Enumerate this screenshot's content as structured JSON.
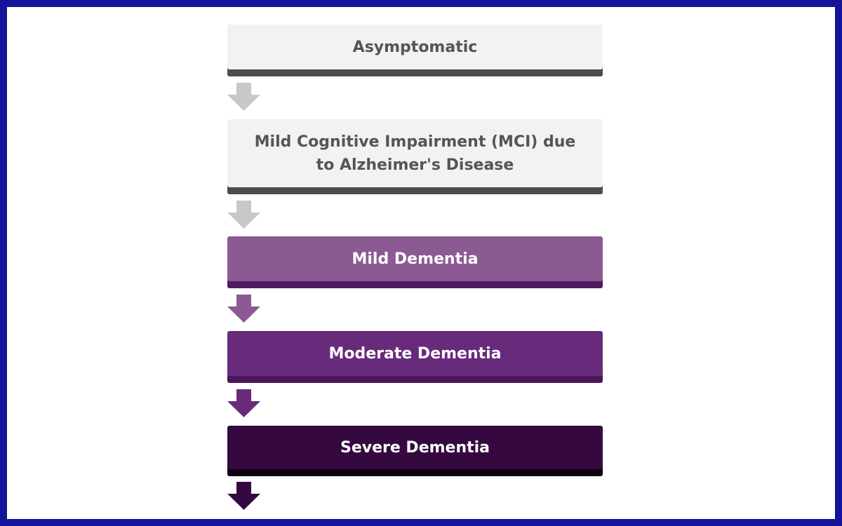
{
  "stages": [
    {
      "label": "Asymptomatic",
      "fill": "#f1f2f2",
      "shadow": "#4c4c4c",
      "text_color": "#555555"
    },
    {
      "label": "Mild Cognitive Impairment (MCI) due to Alzheimer's Disease",
      "line1": "Mild Cognitive Impairment (MCI) due",
      "line2": "to Alzheimer's Disease",
      "fill": "#f1f2f2",
      "shadow": "#4c4c4c",
      "text_color": "#555555"
    },
    {
      "label": "Mild Dementia",
      "fill": "#8b5a93",
      "shadow": "#4f1a60",
      "text_color": "#ffffff"
    },
    {
      "label": "Moderate Dementia",
      "fill": "#682a7b",
      "shadow": "#4a1659",
      "text_color": "#ffffff"
    },
    {
      "label": "Severe Dementia",
      "fill": "#35093f",
      "shadow": "#0e0210",
      "text_color": "#ffffff"
    }
  ],
  "arrows": [
    {
      "color": "#c8c8c8",
      "icon": "down-arrow-icon"
    },
    {
      "color": "#c8c8c8",
      "icon": "down-arrow-icon"
    },
    {
      "color": "#8b5a93",
      "icon": "down-arrow-icon"
    },
    {
      "color": "#682a7b",
      "icon": "down-arrow-icon"
    },
    {
      "color": "#35093f",
      "icon": "down-arrow-icon"
    }
  ]
}
